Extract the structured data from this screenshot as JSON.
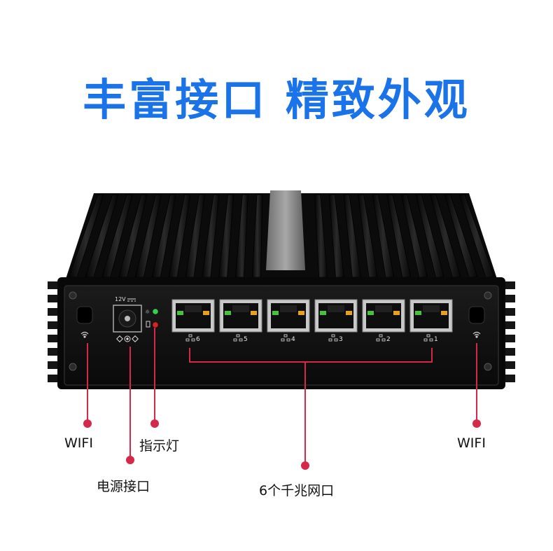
{
  "headline": "丰富接口  精致外观",
  "panel": {
    "voltage_label": "12V",
    "port_numbers": [
      "6",
      "5",
      "4",
      "3",
      "2",
      "1"
    ]
  },
  "callouts": {
    "wifi_left": "WIFI",
    "indicator": "指示灯",
    "power": "电源接口",
    "ports": "6个千兆网口",
    "wifi_right": "WIFI"
  },
  "colors": {
    "headline": "#1a73e8",
    "callout_line": "#d6294a",
    "chassis": "#0d0d0d",
    "led_green": "#2fd24a",
    "led_red": "#e02020"
  }
}
